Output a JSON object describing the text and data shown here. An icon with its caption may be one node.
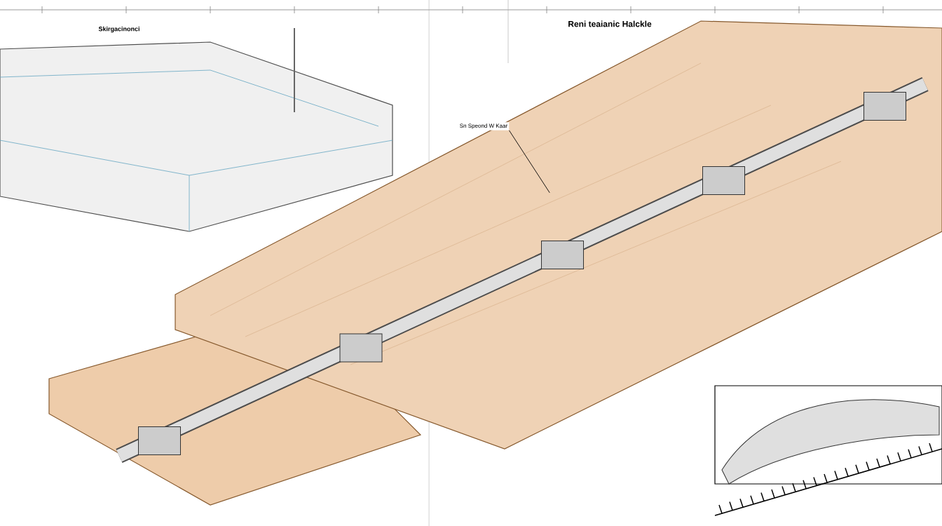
{
  "diagram": {
    "nodes": [
      {
        "text": [
          "Sn Speond W Kaar"
        ]
      },
      {
        "text": [],
        "shape": "picture"
      }
    ],
    "edges": [
      {
        "from": 0,
        "to": 1,
        "arrow": "none"
      }
    ],
    "labels": [
      "Skirgacinonci",
      "Reni teaianic Halckle"
    ]
  }
}
